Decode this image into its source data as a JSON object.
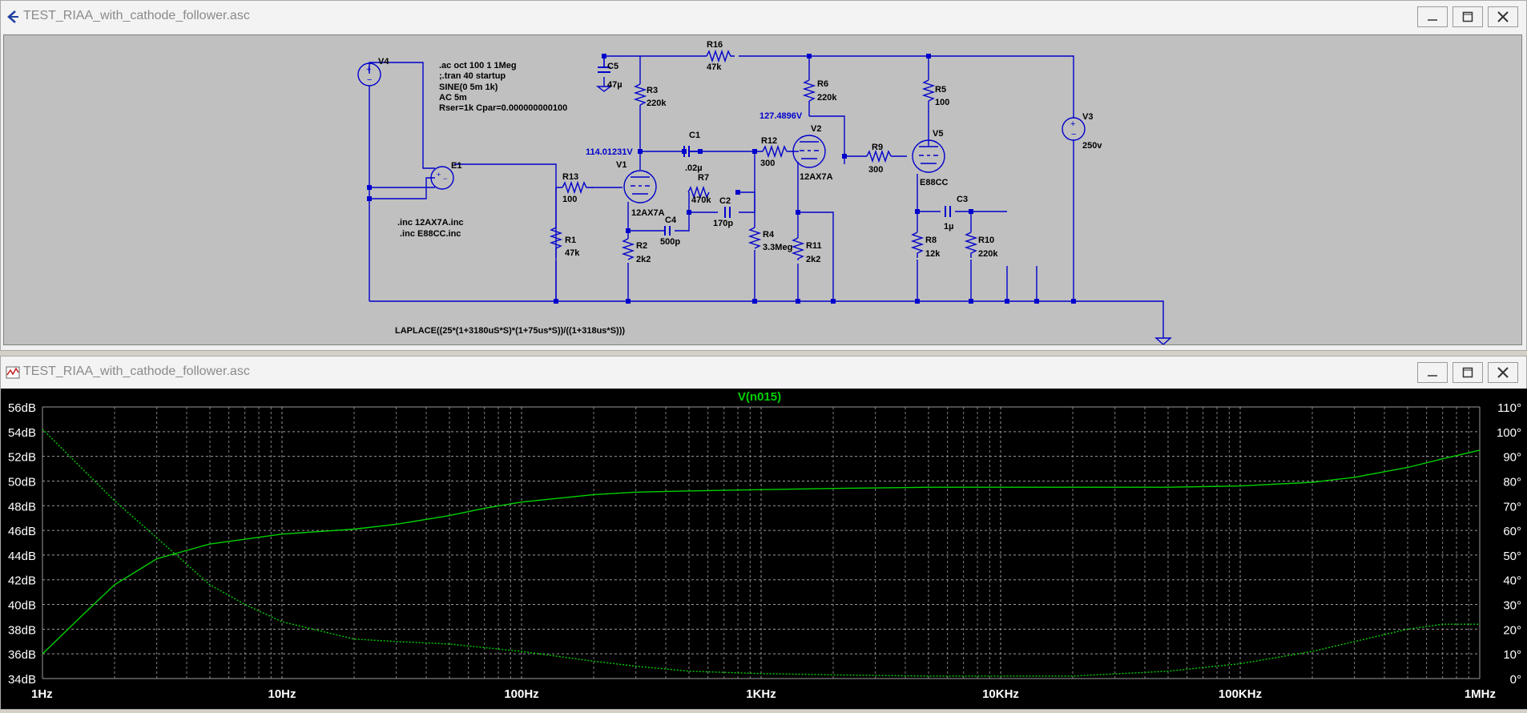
{
  "schematic_window": {
    "title": "TEST_RIAA_with_cathode_follower.asc",
    "components": {
      "V4": "V4",
      "E1": "E1",
      "C5": "C5",
      "C5_val": "47µ",
      "R3": "R3",
      "R3_val": "220k",
      "R16": "R16",
      "R16_val": "47k",
      "R6": "R6",
      "R6_val": "220k",
      "R5": "R5",
      "R5_val": "100",
      "V3": "V3",
      "V3_val": "250v",
      "V2": "V2",
      "V2_model": "12AX7A",
      "V5": "V5",
      "V5_model": "E88CC",
      "R9": "R9",
      "R9_val": "300",
      "R12": "R12",
      "R12_val": "300",
      "C1": "C1",
      "C1_val": ".02µ",
      "R7": "R7",
      "R7_val": "470k",
      "C2": "C2",
      "C2_val": "170p",
      "V1": "V1",
      "V1_model": "12AX7A",
      "R13": "R13",
      "R13_val": "100",
      "R1": "R1",
      "R1_val": "47k",
      "R2": "R2",
      "R2_val": "2k2",
      "C4": "C4",
      "C4_val": "500p",
      "R4": "R4",
      "R4_val": "3.3Meg",
      "R11": "R11",
      "R11_val": "2k2",
      "C3": "C3",
      "C3_val": "1µ",
      "R8": "R8",
      "R8_val": "12k",
      "R10": "R10",
      "R10_val": "220k"
    },
    "node_voltages": {
      "v2_plate": "127.4896V",
      "v1_plate": "114.01231V"
    },
    "directives": [
      ".ac oct 100 1 1Meg",
      ";.tran 40 startup",
      "SINE(0 5m 1k)",
      "AC 5m",
      "Rser=1k Cpar=0.000000000100"
    ],
    "includes": [
      ".inc 12AX7A.inc",
      ".inc E88CC.inc"
    ],
    "laplace": "LAPLACE((25*(1+3180uS*S)*(1+75us*S))/((1+318us*S)))"
  },
  "plot_window": {
    "title": "TEST_RIAA_with_cathode_follower.asc",
    "trace_label": "V(n015)"
  },
  "colors": {
    "trace": "#00d000",
    "schematic": "#0000cc",
    "grid": "#808080"
  },
  "chart_data": {
    "type": "line",
    "title": "V(n015)",
    "x_scale": "log",
    "x_ticks": [
      "1Hz",
      "10Hz",
      "100Hz",
      "1KHz",
      "10KHz",
      "100KHz",
      "1MHz"
    ],
    "y_left_ticks": [
      "56dB",
      "54dB",
      "52dB",
      "50dB",
      "48dB",
      "46dB",
      "44dB",
      "42dB",
      "40dB",
      "38dB",
      "36dB",
      "34dB"
    ],
    "y_right_ticks": [
      "110°",
      "100°",
      "90°",
      "80°",
      "70°",
      "60°",
      "50°",
      "40°",
      "30°",
      "20°",
      "10°",
      "0°"
    ],
    "xlim": [
      1,
      1000000
    ],
    "ylim_left": [
      34,
      56
    ],
    "ylim_right": [
      0,
      110
    ],
    "series": [
      {
        "name": "magnitude",
        "axis": "left",
        "x": [
          1,
          1.5,
          2,
          3,
          5,
          10,
          20,
          30,
          50,
          70,
          100,
          200,
          300,
          500,
          1000,
          2000,
          5000,
          10000,
          20000,
          50000,
          100000,
          200000,
          300000,
          500000,
          700000,
          1000000
        ],
        "y": [
          36,
          39.3,
          41.6,
          43.7,
          44.9,
          45.7,
          46.1,
          46.5,
          47.2,
          47.8,
          48.3,
          48.9,
          49.1,
          49.2,
          49.3,
          49.4,
          49.5,
          49.5,
          49.5,
          49.5,
          49.6,
          49.9,
          50.3,
          51.1,
          51.8,
          52.5
        ]
      },
      {
        "name": "phase",
        "axis": "right",
        "x": [
          1,
          1.5,
          2,
          3,
          5,
          7,
          10,
          20,
          30,
          50,
          100,
          200,
          300,
          500,
          1000,
          2000,
          5000,
          10000,
          20000,
          50000,
          100000,
          200000,
          300000,
          500000,
          700000,
          1000000
        ],
        "y": [
          101,
          84,
          72,
          57,
          38,
          30,
          23,
          16,
          15,
          14,
          11,
          7,
          5,
          3,
          2,
          1.5,
          1,
          1,
          1,
          3,
          6,
          11,
          15,
          20,
          22,
          22
        ]
      }
    ]
  }
}
